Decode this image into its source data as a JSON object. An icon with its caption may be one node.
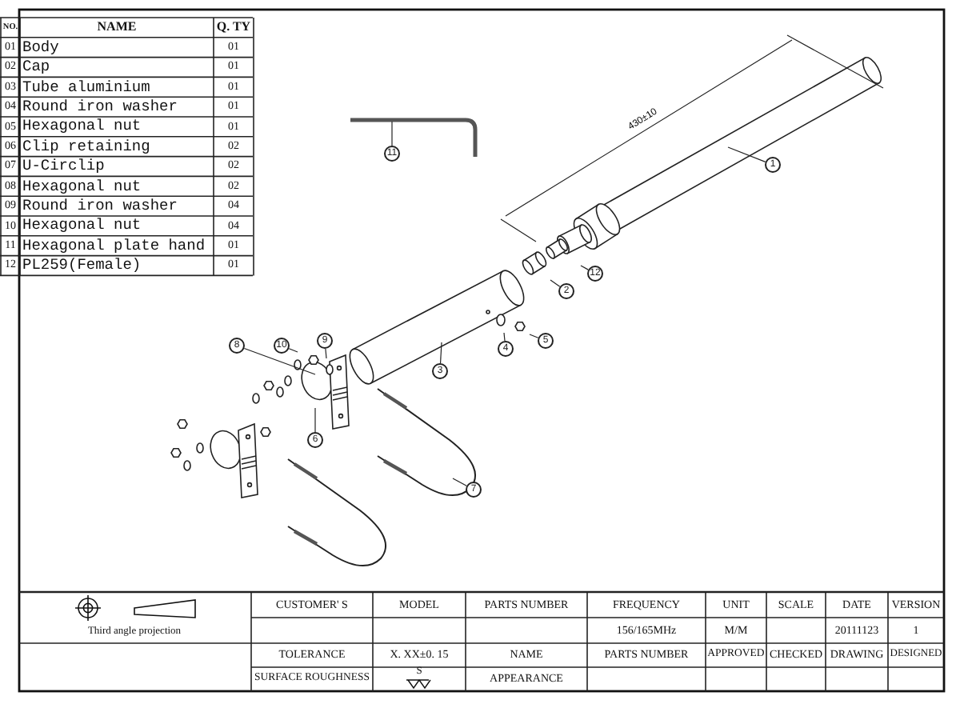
{
  "diagram": {
    "nodes": [
      {
        "text": [
          "11"
        ]
      },
      {
        "text": [
          "1"
        ]
      },
      {
        "text": [
          "12"
        ]
      },
      {
        "text": [
          "2"
        ]
      },
      {
        "text": [
          "4"
        ]
      },
      {
        "text": [
          "5"
        ]
      },
      {
        "text": [
          "3"
        ]
      },
      {
        "text": [
          "8"
        ]
      },
      {
        "text": [
          "10"
        ]
      },
      {
        "text": [
          "9"
        ]
      },
      {
        "text": [
          "6"
        ]
      },
      {
        "text": [
          "7"
        ]
      }
    ],
    "edges": [
      {
        "from": 0,
        "to": null,
        "arrow": "none"
      },
      {
        "from": 1,
        "to": null,
        "arrow": "none"
      },
      {
        "from": 2,
        "to": null,
        "arrow": "none"
      },
      {
        "from": 3,
        "to": null,
        "arrow": "none"
      },
      {
        "from": 4,
        "to": null,
        "arrow": "none"
      },
      {
        "from": 5,
        "to": null,
        "arrow": "none"
      },
      {
        "from": 6,
        "to": null,
        "arrow": "none"
      },
      {
        "from": 7,
        "to": null,
        "arrow": "none"
      },
      {
        "from": 8,
        "to": null,
        "arrow": "none"
      },
      {
        "from": 9,
        "to": null,
        "arrow": "none"
      },
      {
        "from": 10,
        "to": null,
        "arrow": "none"
      },
      {
        "from": 11,
        "to": null,
        "arrow": "none"
      }
    ],
    "labels": [
      "NO.",
      "NAME",
      "Q. TY",
      "01",
      "Body",
      "01",
      "02",
      "Cap",
      "01",
      "03",
      "Tube aluminium",
      "01",
      "04",
      "Round iron washer",
      "01",
      "05",
      "Hexagonal nut",
      "01",
      "06",
      "Clip retaining",
      "02",
      "07",
      "U-Circlip",
      "02",
      "08",
      "Hexagonal nut",
      "02",
      "09",
      "Round iron washer",
      "04",
      "10",
      "Hexagonal nut",
      "04",
      "11",
      "Hexagonal plate hand",
      "01",
      "12",
      "PL259(Female)",
      "01",
      "430±10",
      "Third angle projection",
      "CUSTOMER' S",
      "MODEL",
      "PARTS NUMBER",
      "FREQUENCY",
      "UNIT",
      "SCALE",
      "DATE",
      "VERSION",
      "156/165MHz",
      "M/M",
      "20111123",
      "1",
      "TOLERANCE",
      "X. XX±0. 15",
      "NAME",
      "PARTS NUMBER",
      "APPROVED",
      "CHECKED",
      "DRAWING",
      "DESIGNED",
      "SURFACE ROUGHNESS",
      "S",
      "APPEARANCE"
    ]
  }
}
